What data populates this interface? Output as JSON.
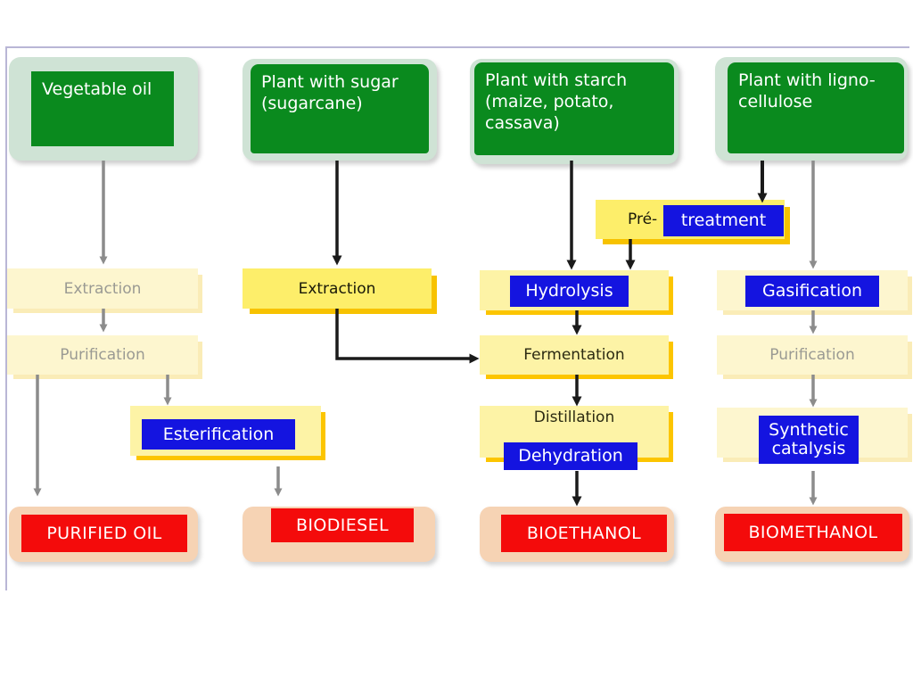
{
  "diagram": {
    "title": "Biofuel production pathways flow chart",
    "colors": {
      "source_fill": "#0a8a1e",
      "source_shell": "#cfe3d5",
      "process_active": "#fdf3a6",
      "process_faded": "#fdf6cf",
      "process_bright": "#fdee6a",
      "annotation_blue": "#1414e0",
      "product_red": "#f40b0b",
      "product_shell": "#f6d3b4",
      "arrow_black": "#1a1a1a",
      "arrow_gray": "#8c8c8c"
    },
    "columns": [
      {
        "id": "col-vegetable-oil",
        "source": "Vegetable oil",
        "steps": [
          "Extraction",
          "Purification"
        ],
        "product": "PURIFIED OIL"
      },
      {
        "id": "col-sugar",
        "source": "Plant with sugar\n(sugarcane)",
        "steps": [
          "Extraction"
        ],
        "product": "BIODIESEL"
      },
      {
        "id": "col-starch",
        "source": "Plant with starch\n(maize, potato,\ncassava)",
        "steps": [
          "Hydrolysis",
          "Fermentation",
          "Distillation"
        ],
        "product": "BIOETHANOL"
      },
      {
        "id": "col-lignocellulose",
        "source": "Plant with ligno-\ncellulose",
        "steps": [
          "Gasification",
          "Purification",
          "Synthetic catalysis"
        ],
        "product": "BIOMETHANOL"
      }
    ],
    "nodes": {
      "source_1": "Vegetable oil",
      "source_2": "Plant with sugar\n(sugarcane)",
      "source_3": "Plant with starch\n(maize, potato,\ncassava)",
      "source_4": "Plant with ligno-\ncellulose",
      "pretreatment_prefix": "Pré-",
      "pretreatment_blue": "treatment",
      "extraction_1": "Extraction",
      "purification_1": "Purification",
      "extraction_2": "Extraction",
      "esterification": "Esterification",
      "hydrolysis": "Hydrolysis",
      "fermentation": "Fermentation",
      "distillation": "Distillation",
      "dehydration": "Dehydration",
      "gasification": "Gasification",
      "purification_4": "Purification",
      "synthetic_catalysis": "Synthetic\ncatalysis",
      "product_1": "PURIFIED OIL",
      "product_2": "BIODIESEL",
      "product_3": "BIOETHANOL",
      "product_4": "BIOMETHANOL"
    }
  }
}
